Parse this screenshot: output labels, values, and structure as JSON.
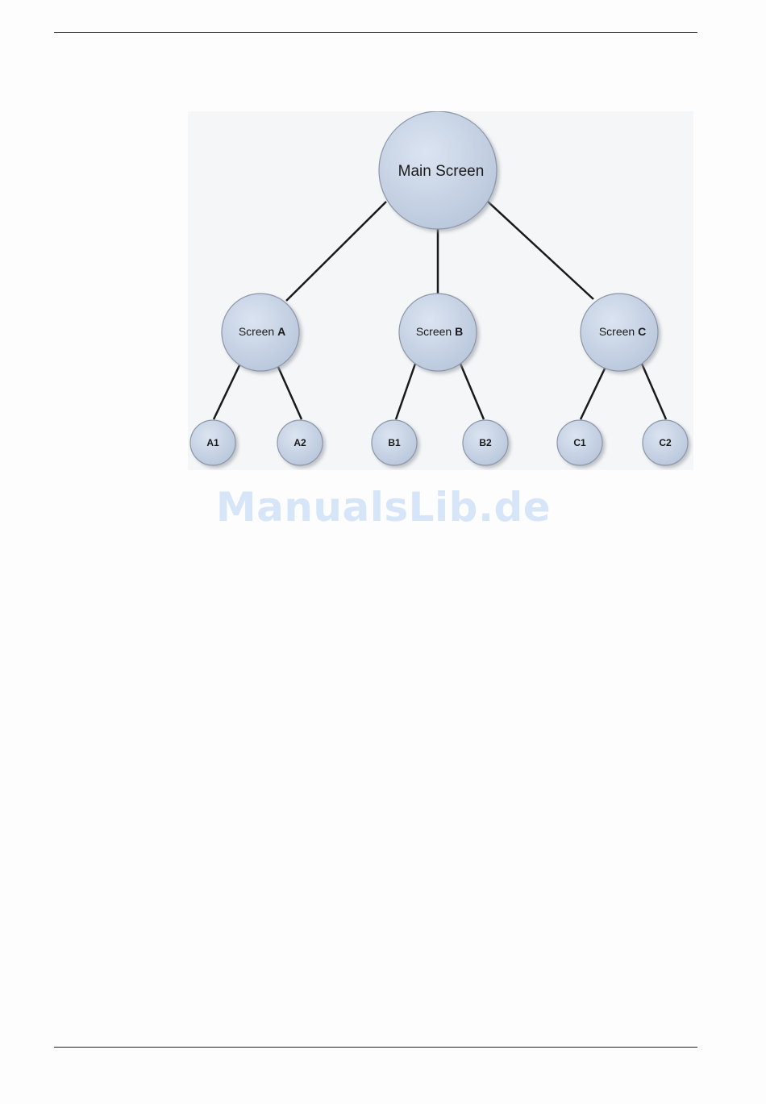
{
  "diagram": {
    "root": {
      "label": "Main Screen"
    },
    "children": [
      {
        "label_prefix": "Screen ",
        "label_letter": "A",
        "children": [
          {
            "label": "A1"
          },
          {
            "label": "A2"
          }
        ]
      },
      {
        "label_prefix": "Screen ",
        "label_letter": "B",
        "children": [
          {
            "label": "B1"
          },
          {
            "label": "B2"
          }
        ]
      },
      {
        "label_prefix": "Screen ",
        "label_letter": "C",
        "children": [
          {
            "label": "C1"
          },
          {
            "label": "C2"
          }
        ]
      }
    ],
    "colors": {
      "node_fill": "#c8d4e6",
      "node_stroke": "#8c96a6",
      "edge": "#1a1a1a"
    }
  },
  "watermark": {
    "text": "ManualsLib.de"
  }
}
